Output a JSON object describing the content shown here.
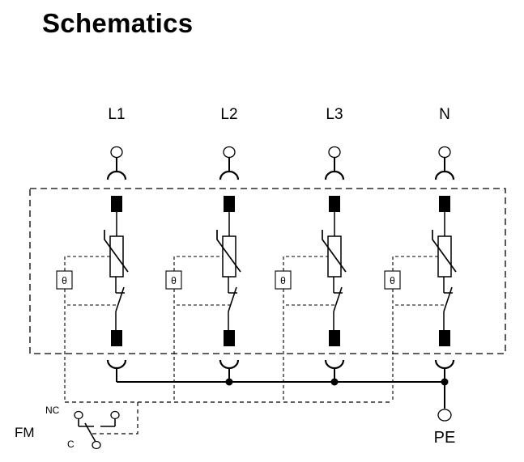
{
  "title": "Schematics",
  "diagram": {
    "phases": [
      {
        "id": "L1",
        "label": "L1"
      },
      {
        "id": "L2",
        "label": "L2"
      },
      {
        "id": "L3",
        "label": "L3"
      },
      {
        "id": "N",
        "label": "N"
      }
    ],
    "thermal_symbol": "θ",
    "earth_label": "PE",
    "remote_signal": {
      "label": "FM",
      "nc_label": "NC",
      "c_label": "C"
    },
    "colors": {
      "line": "#000000",
      "background": "#ffffff"
    }
  }
}
